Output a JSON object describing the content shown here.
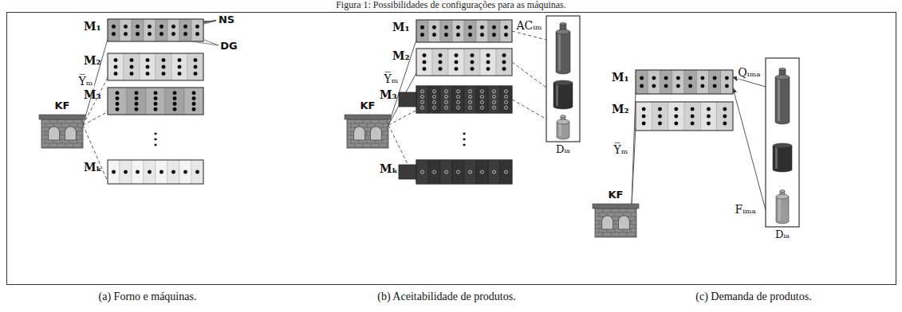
{
  "diagram": {
    "title": "Figura 1: Possibilidades de configurações para as máquinas.",
    "nodes": [
      {
        "text": [
          "KF"
        ]
      },
      {
        "text": [
          "M₁"
        ]
      },
      {
        "text": [
          "M₂"
        ]
      },
      {
        "text": [
          "M₃"
        ]
      },
      {
        "text": [
          "Mₖ"
        ]
      },
      {
        "text": [
          "KF"
        ]
      },
      {
        "text": [
          "M₁"
        ]
      },
      {
        "text": [
          "M₂"
        ]
      },
      {
        "text": [
          "M₃"
        ]
      },
      {
        "text": [
          "Mₖ"
        ]
      },
      {
        "text": [
          "Dᵢₐ"
        ]
      },
      {
        "text": [
          "KF"
        ]
      },
      {
        "text": [
          "M₁"
        ]
      },
      {
        "text": [
          "M₂"
        ]
      },
      {
        "text": [
          "Dᵢₐ"
        ]
      }
    ],
    "edges": [
      {
        "from": 0,
        "to": 1,
        "arrow": "none",
        "label": "Y̅ₘ"
      },
      {
        "from": 0,
        "to": 2,
        "arrow": "none"
      },
      {
        "from": 0,
        "to": 3,
        "arrow": "none"
      },
      {
        "from": 0,
        "to": 4,
        "arrow": "none"
      },
      {
        "from": 5,
        "to": 6,
        "arrow": "none",
        "label": "Y̅ₘ"
      },
      {
        "from": 5,
        "to": 7,
        "arrow": "none"
      },
      {
        "from": 5,
        "to": 8,
        "arrow": "none"
      },
      {
        "from": 5,
        "to": 9,
        "arrow": "none"
      },
      {
        "from": 6,
        "to": 10,
        "arrow": "none",
        "label": "ACᵢₘ"
      },
      {
        "from": 7,
        "to": 10,
        "arrow": "none"
      },
      {
        "from": 8,
        "to": 10,
        "arrow": "none"
      },
      {
        "from": 11,
        "to": 12,
        "arrow": "none",
        "label": "Y̅ₘ"
      },
      {
        "from": 11,
        "to": 13,
        "arrow": "none"
      },
      {
        "from": 14,
        "to": 12,
        "arrow": "to",
        "label": "Qᵢₘₐ"
      },
      {
        "from": 14,
        "to": 12,
        "arrow": "to",
        "label": "Fᵢₘₐ"
      }
    ],
    "labels": [
      "NS",
      "DG",
      "⋮",
      "⋮",
      "(a) Forno e máquinas.",
      "(b) Aceitabilidade de produtos.",
      "(c) Demanda de produtos."
    ]
  }
}
